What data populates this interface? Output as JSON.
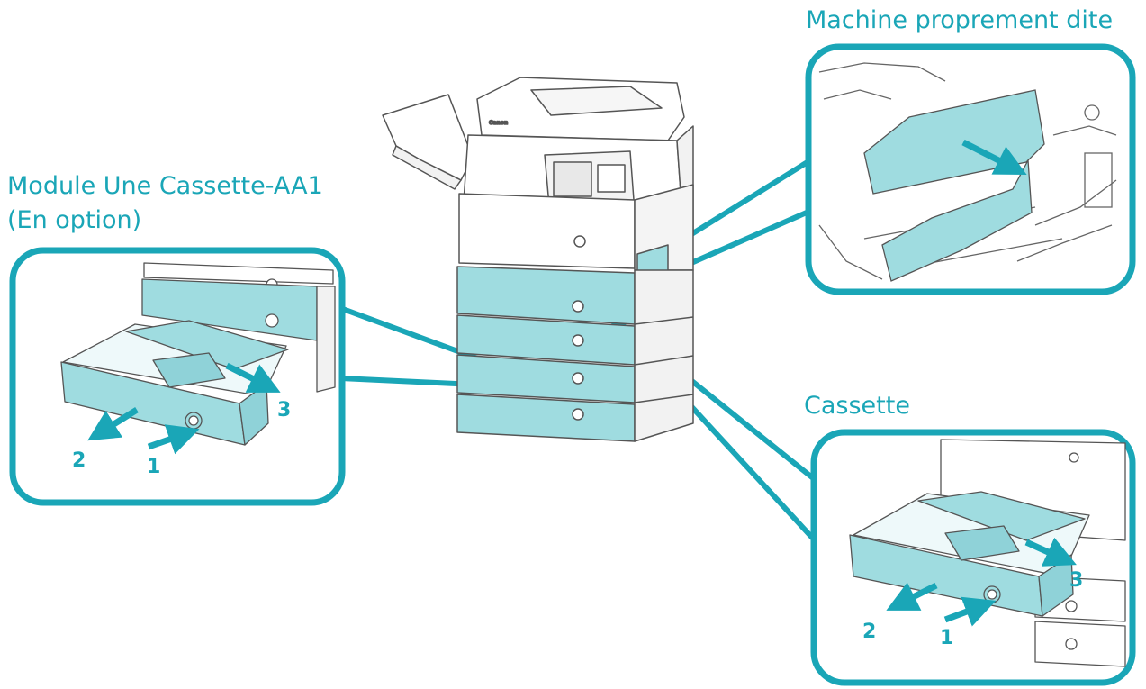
{
  "labels": {
    "machine": "Machine proprement dite",
    "module_line1": "Module Une Cassette-AA1",
    "module_line2": "(En option)",
    "cassette": "Cassette"
  },
  "steps": {
    "one": "1",
    "two": "2",
    "three": "3"
  },
  "brand": "Canon",
  "colors": {
    "accent": "#1aa6b7",
    "fill": "#9fdce0",
    "outline": "#555555"
  }
}
